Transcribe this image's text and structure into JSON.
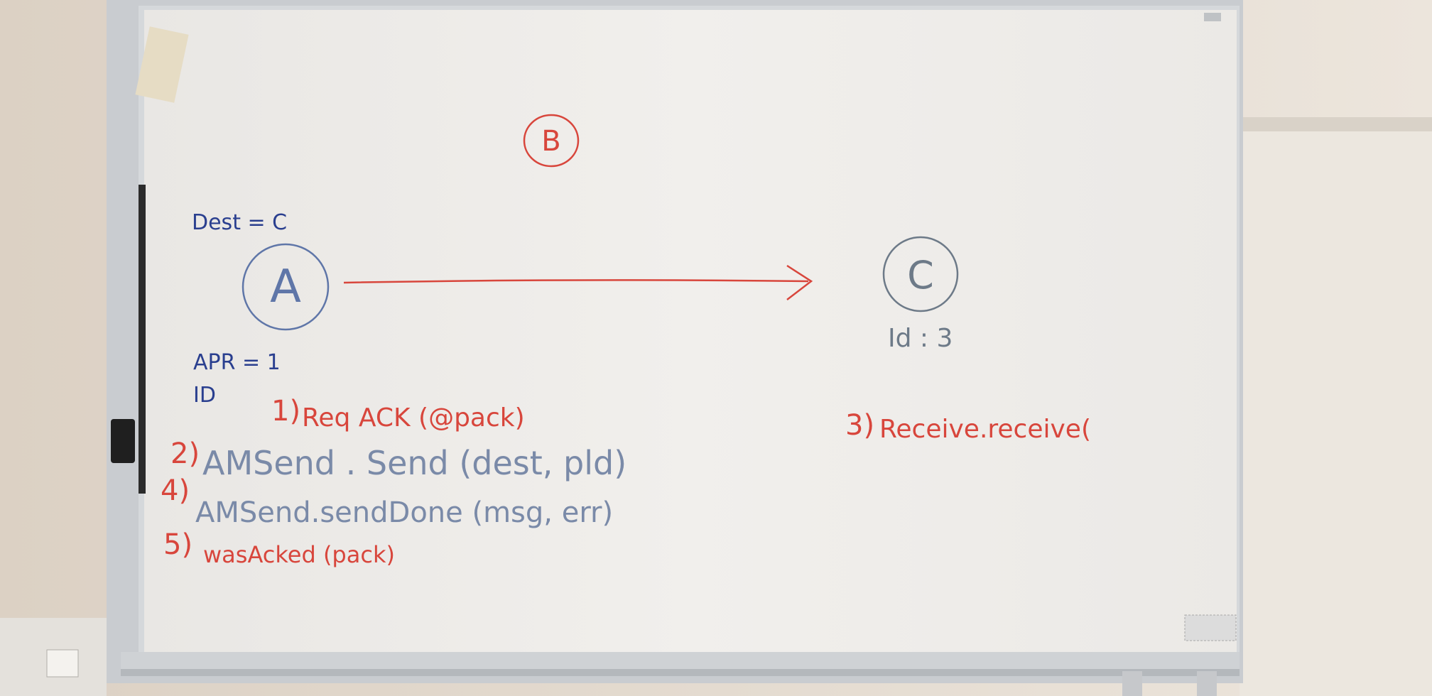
{
  "whiteboard": {
    "node_b": "B",
    "node_a": "A",
    "node_c": "C",
    "dest_label": "Dest = C",
    "apr_label": "APR = 1",
    "id_label": "ID",
    "c_id_label": "Id : 3",
    "steps": [
      {
        "number": "1)",
        "text": "Req ACK (@pack)"
      },
      {
        "number": "2)",
        "text": "AMSend . Send (dest, pld)"
      },
      {
        "number": "3)",
        "text": "Receive.receive("
      },
      {
        "number": "4)",
        "text": "AMSend.sendDone (msg, err)"
      },
      {
        "number": "5)",
        "text": "wasAcked (pack)"
      }
    ]
  }
}
